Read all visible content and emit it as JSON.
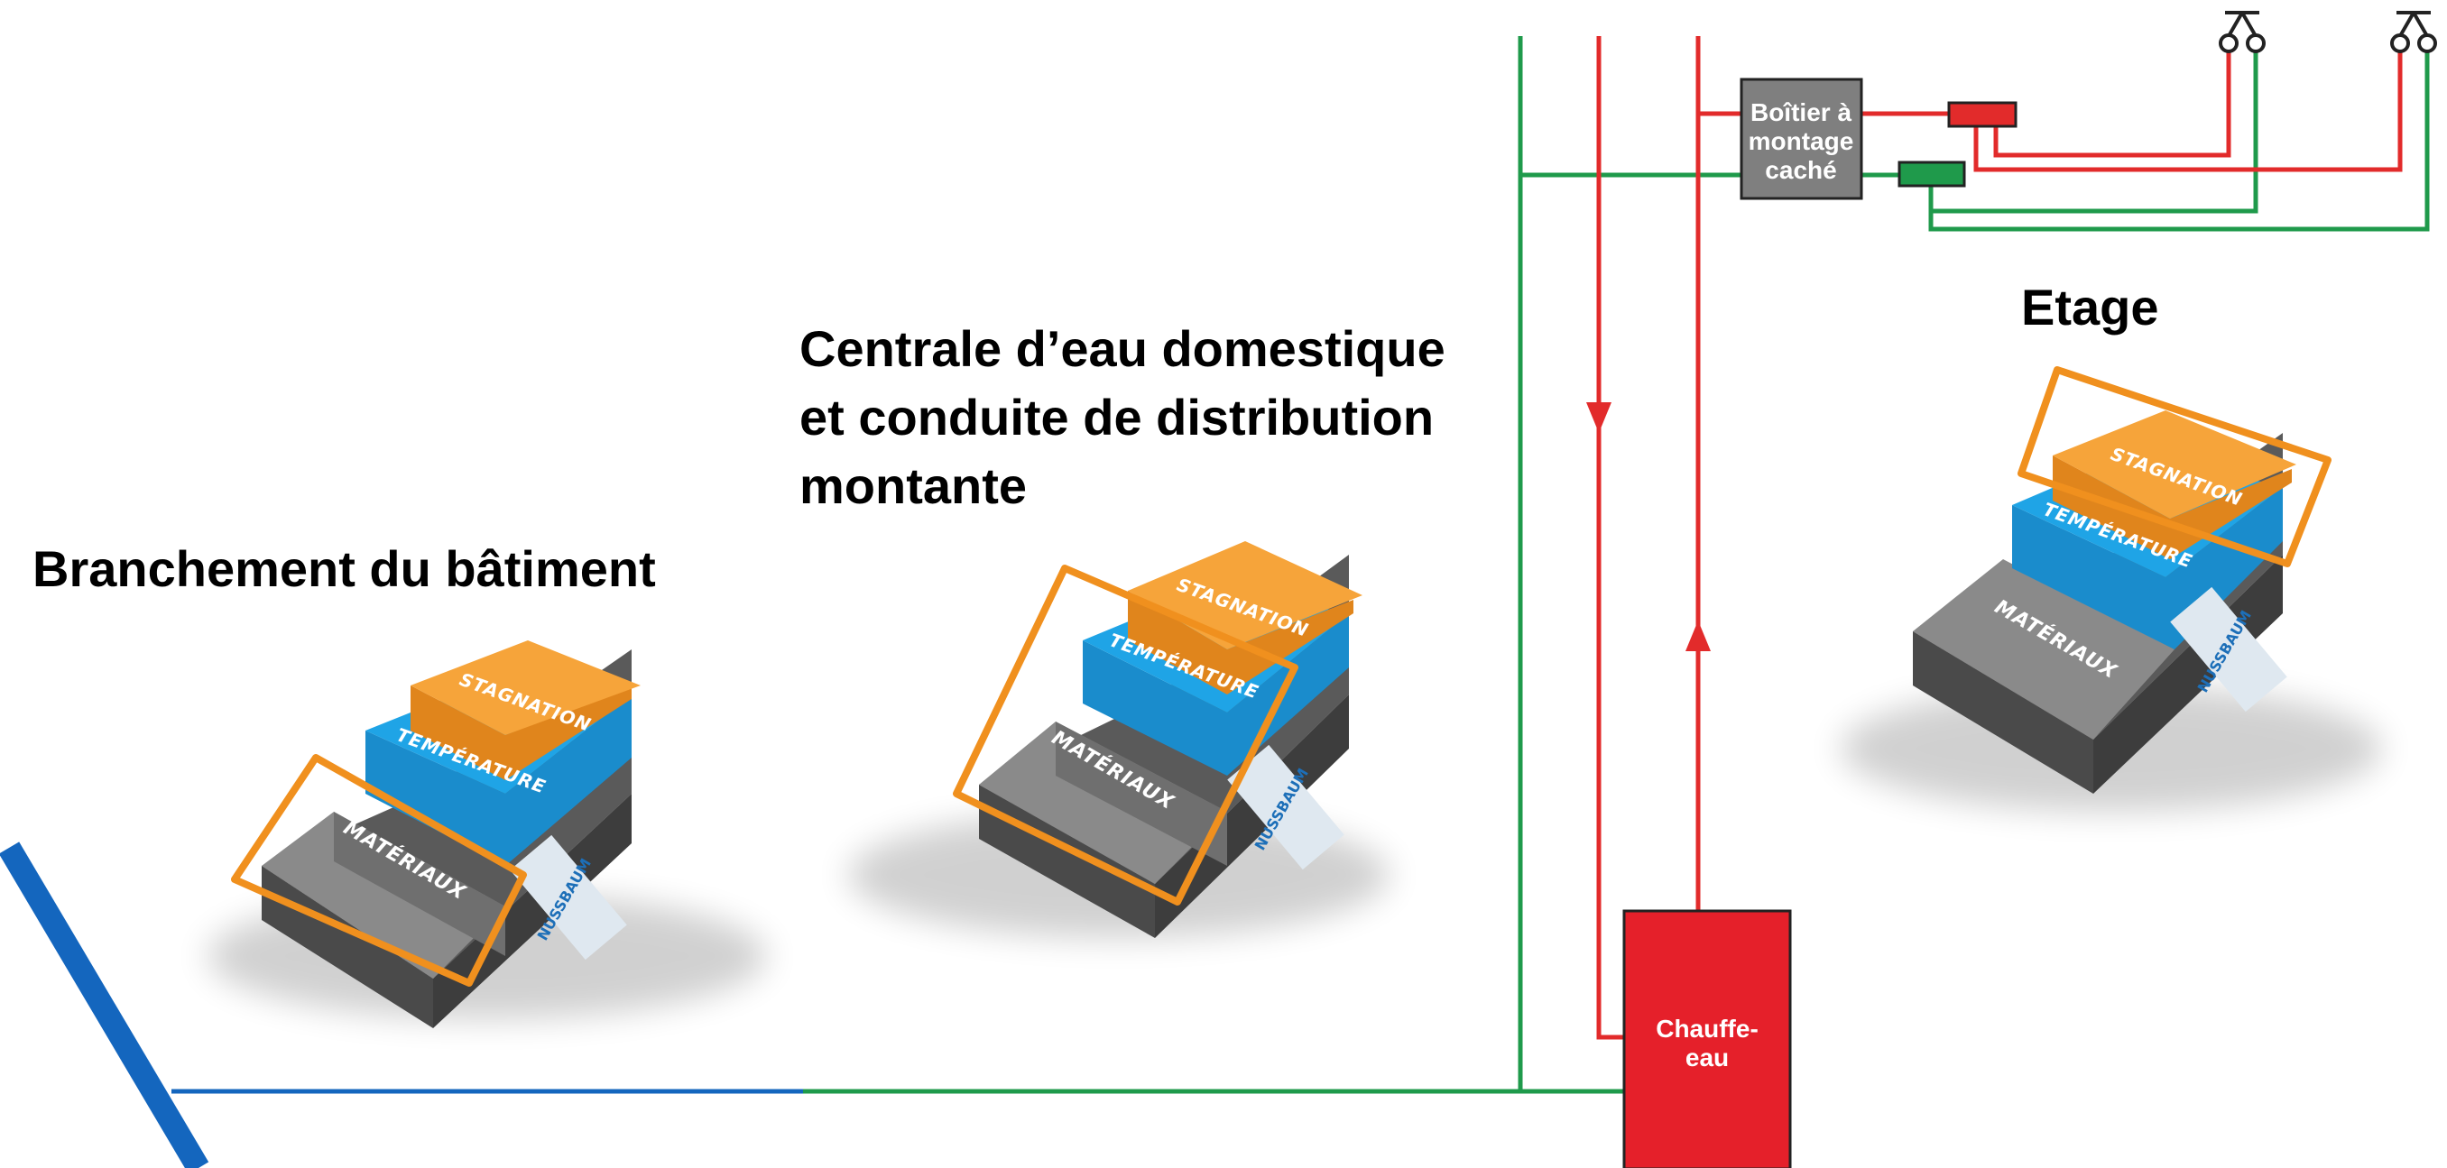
{
  "colors": {
    "cold_pipe": "#1f9a4b",
    "hot_pipe": "#e22b2b",
    "supply_pipe": "#1466be",
    "stagnation": "#f39a2b",
    "temperature": "#1a8ccc",
    "materials": "#8a8a8a",
    "highlight": "#f0901e",
    "heater": "#e5202a",
    "concealed_box": "#7f7f7f"
  },
  "icons": [
    "tap-icon",
    "tap-icon"
  ],
  "sections": {
    "building": {
      "title": "Branchement du bâtiment"
    },
    "central": {
      "title_lines": [
        "Centrale d’eau domestique",
        "et conduite de distribution",
        "montante"
      ]
    },
    "floor": {
      "title": "Etage"
    }
  },
  "blocks": {
    "stagnation_label": "STAGNATION",
    "temperature_label": "TEMPÉRATURE",
    "materials_label": "MATÉRIAUX",
    "brand_label": "NUSSBAUM"
  },
  "concealed_box": {
    "lines": [
      "Boîtier à",
      "montage",
      "caché"
    ]
  },
  "water_heater": {
    "lines": [
      "Chauffe-",
      "eau"
    ]
  }
}
